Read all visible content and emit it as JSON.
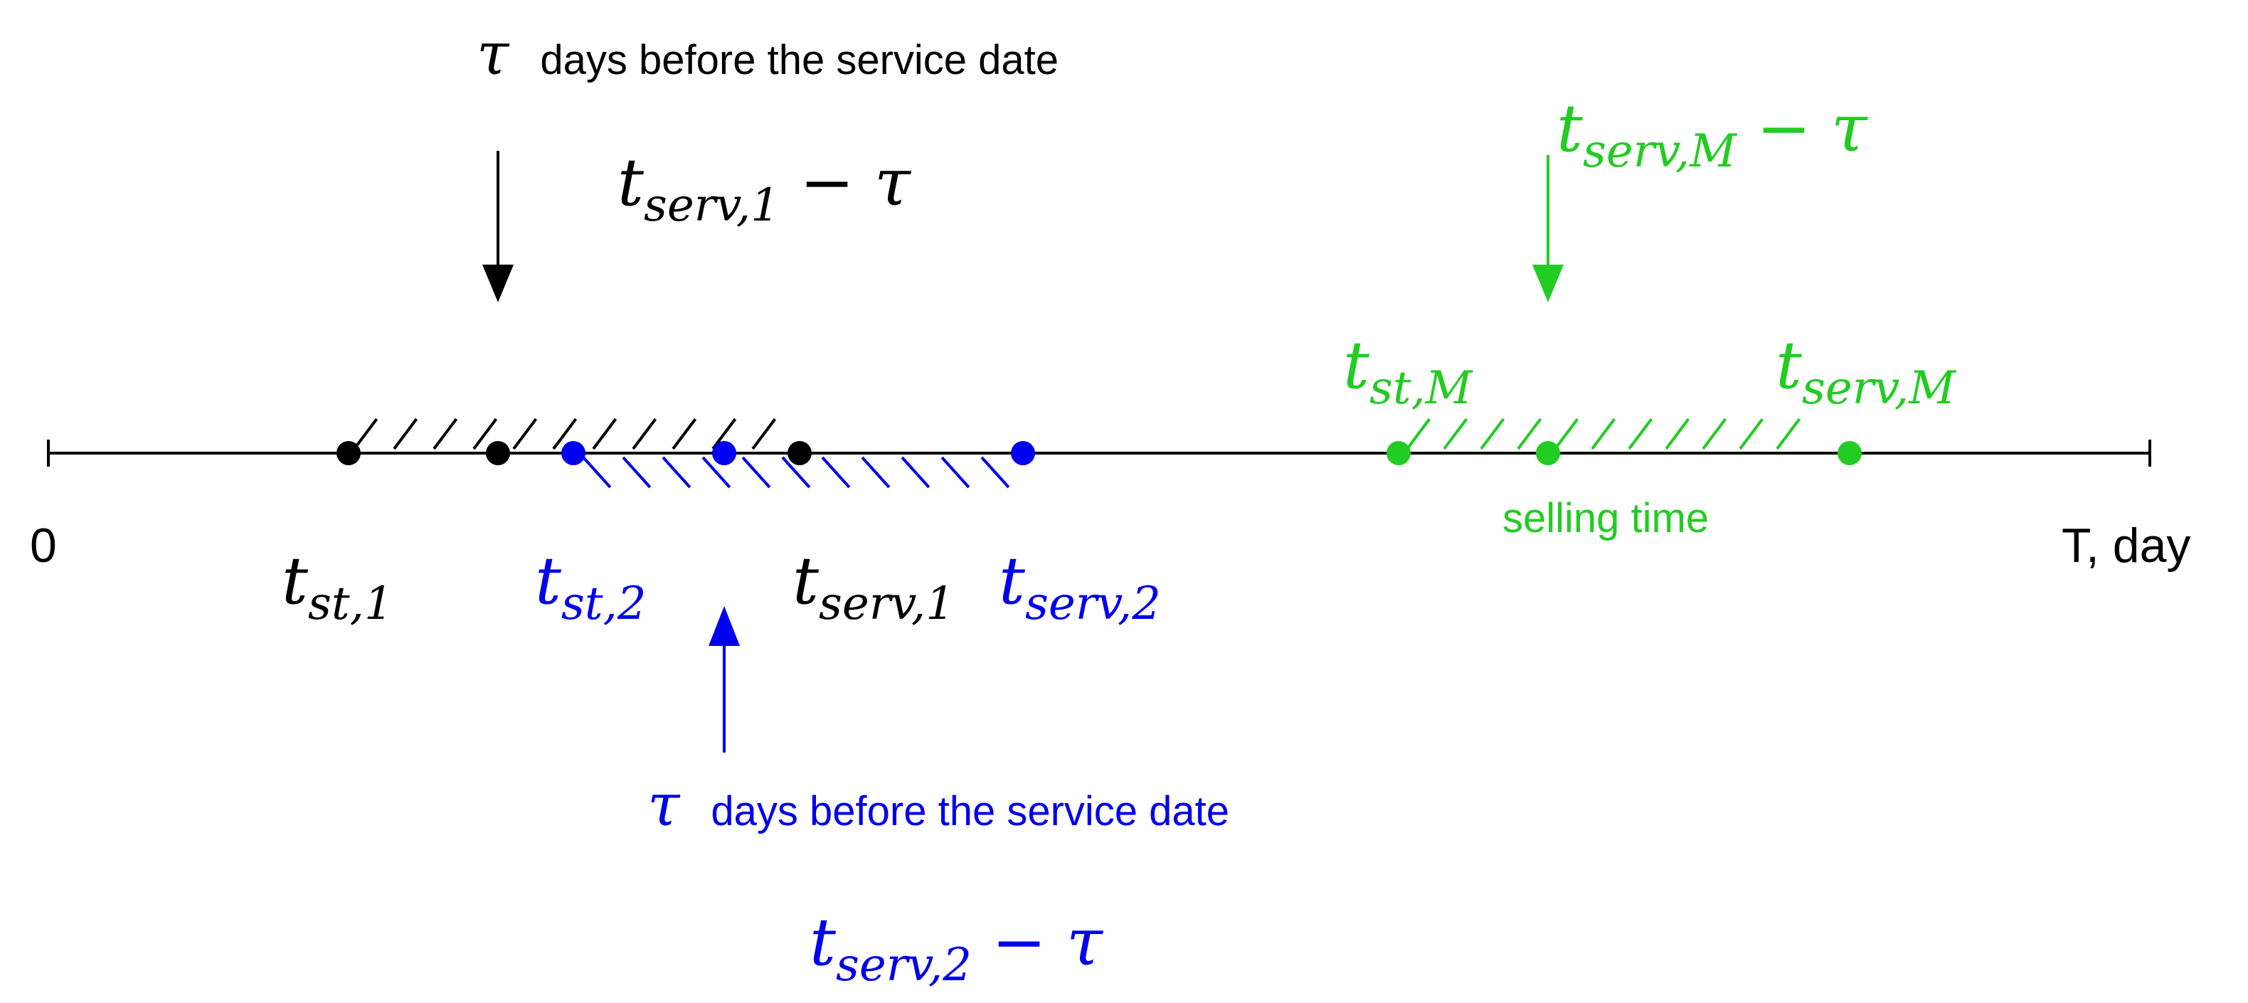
{
  "colors": {
    "black": "#000000",
    "blue": "#0000ee",
    "green": "#22cc22"
  },
  "axis": {
    "start_label": "0",
    "end_label": "T, day"
  },
  "products": [
    {
      "color": "black",
      "tau_text": "days before the service date",
      "start_label": {
        "base": "t",
        "sub": "st,1"
      },
      "service_label": {
        "base": "t",
        "sub": "serv,1"
      },
      "cutoff_label": {
        "base": "t",
        "sub": "serv,1",
        "op": "−",
        "var": "τ"
      }
    },
    {
      "color": "blue",
      "tau_text": "days before the service date",
      "start_label": {
        "base": "t",
        "sub": "st,2"
      },
      "service_label": {
        "base": "t",
        "sub": "serv,2"
      },
      "cutoff_label": {
        "base": "t",
        "sub": "serv,2",
        "op": "−",
        "var": "τ"
      }
    },
    {
      "color": "green",
      "selling_label": "selling time",
      "start_label": {
        "base": "t",
        "sub": "st,M"
      },
      "service_label": {
        "base": "t",
        "sub": "serv,M"
      },
      "cutoff_label": {
        "base": "t",
        "sub": "serv,M",
        "op": "−",
        "var": "τ"
      }
    }
  ],
  "tau_symbol": "τ"
}
